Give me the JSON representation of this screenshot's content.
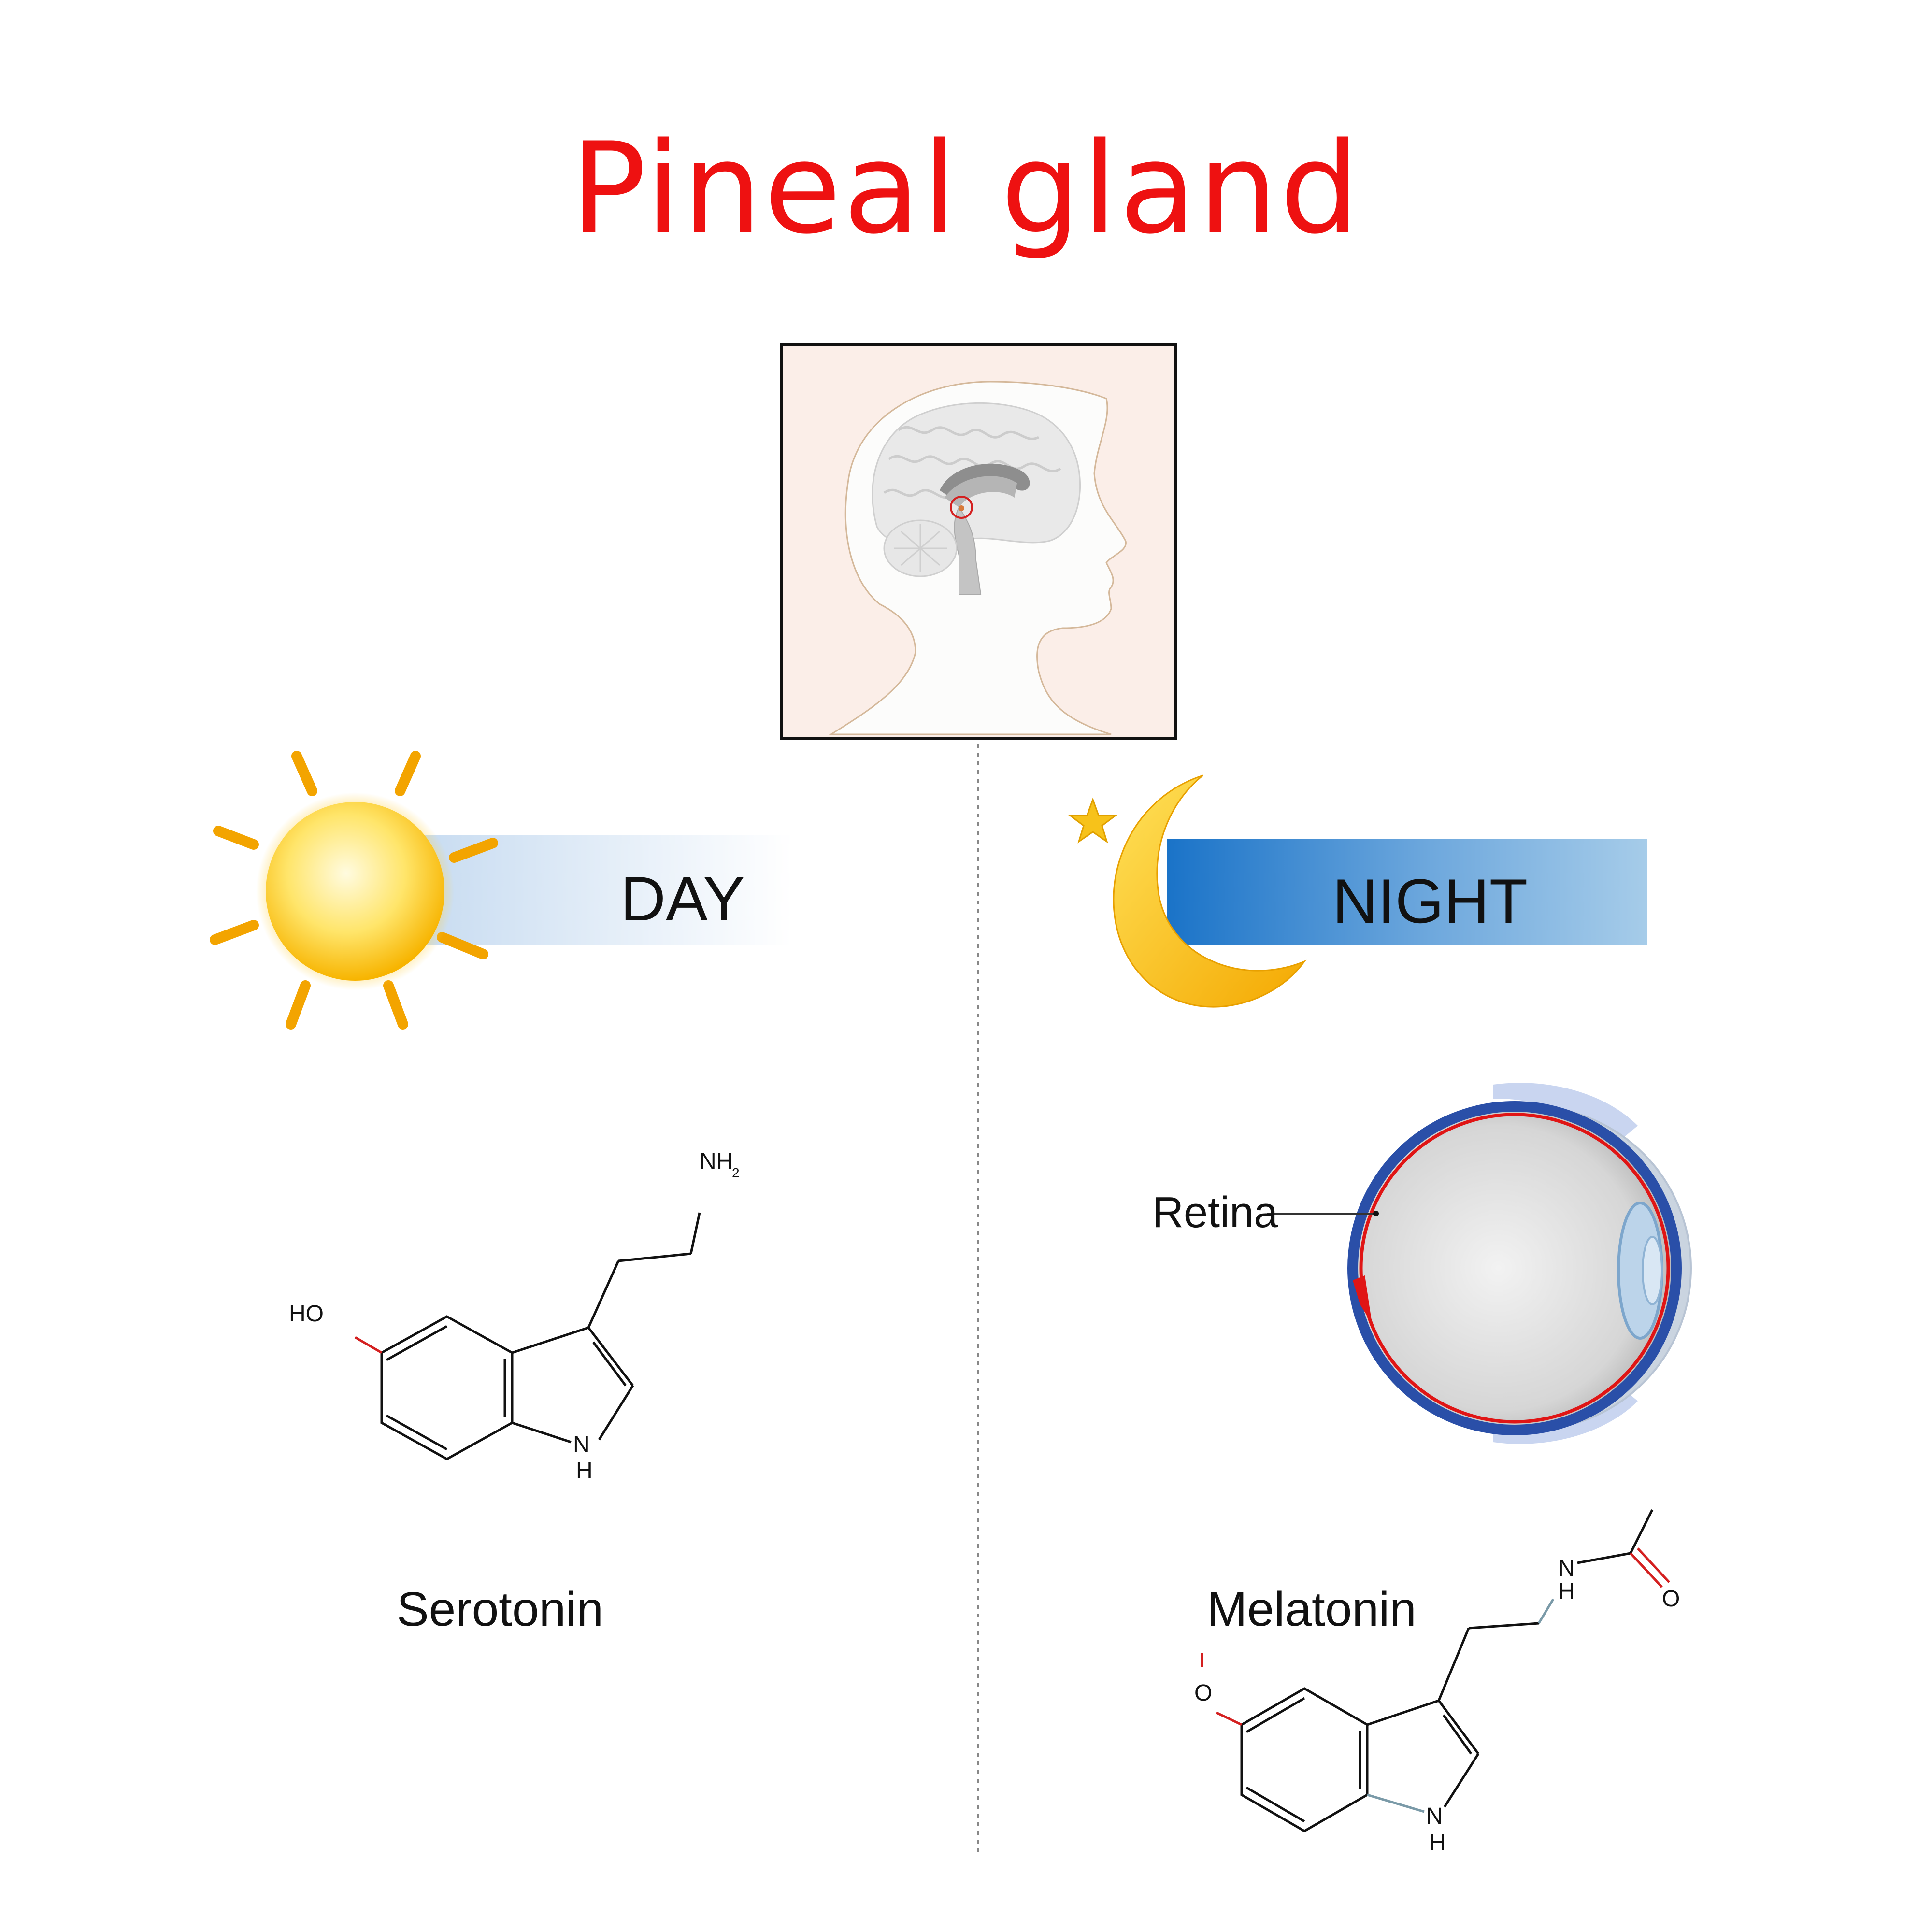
{
  "title": "Pineal gland",
  "day": {
    "label": "DAY"
  },
  "night": {
    "label": "NIGHT"
  },
  "eye": {
    "label": "Retina"
  },
  "serotonin": {
    "name": "Serotonin",
    "atoms": {
      "nh2": "NH",
      "nh2_sub": "2",
      "ho": "HO",
      "n": "N",
      "h": "H"
    }
  },
  "melatonin": {
    "name": "Melatonin",
    "atoms": {
      "o_methoxy": "O",
      "n_ring": "N",
      "h_ring": "H",
      "n_amide": "N",
      "h_amide": "H",
      "o_carbonyl": "O"
    }
  },
  "colors": {
    "title": "#ee1111",
    "sun": "#f5b700",
    "sun_ray": "#f3a400",
    "night_bar_dark": "#1a73c8",
    "night_bar_light": "#a6cce9",
    "day_bar": "#d6e6f6",
    "head_bg": "#fbeee8",
    "retina": "#e01515",
    "sclera": "#2a4fa8"
  }
}
